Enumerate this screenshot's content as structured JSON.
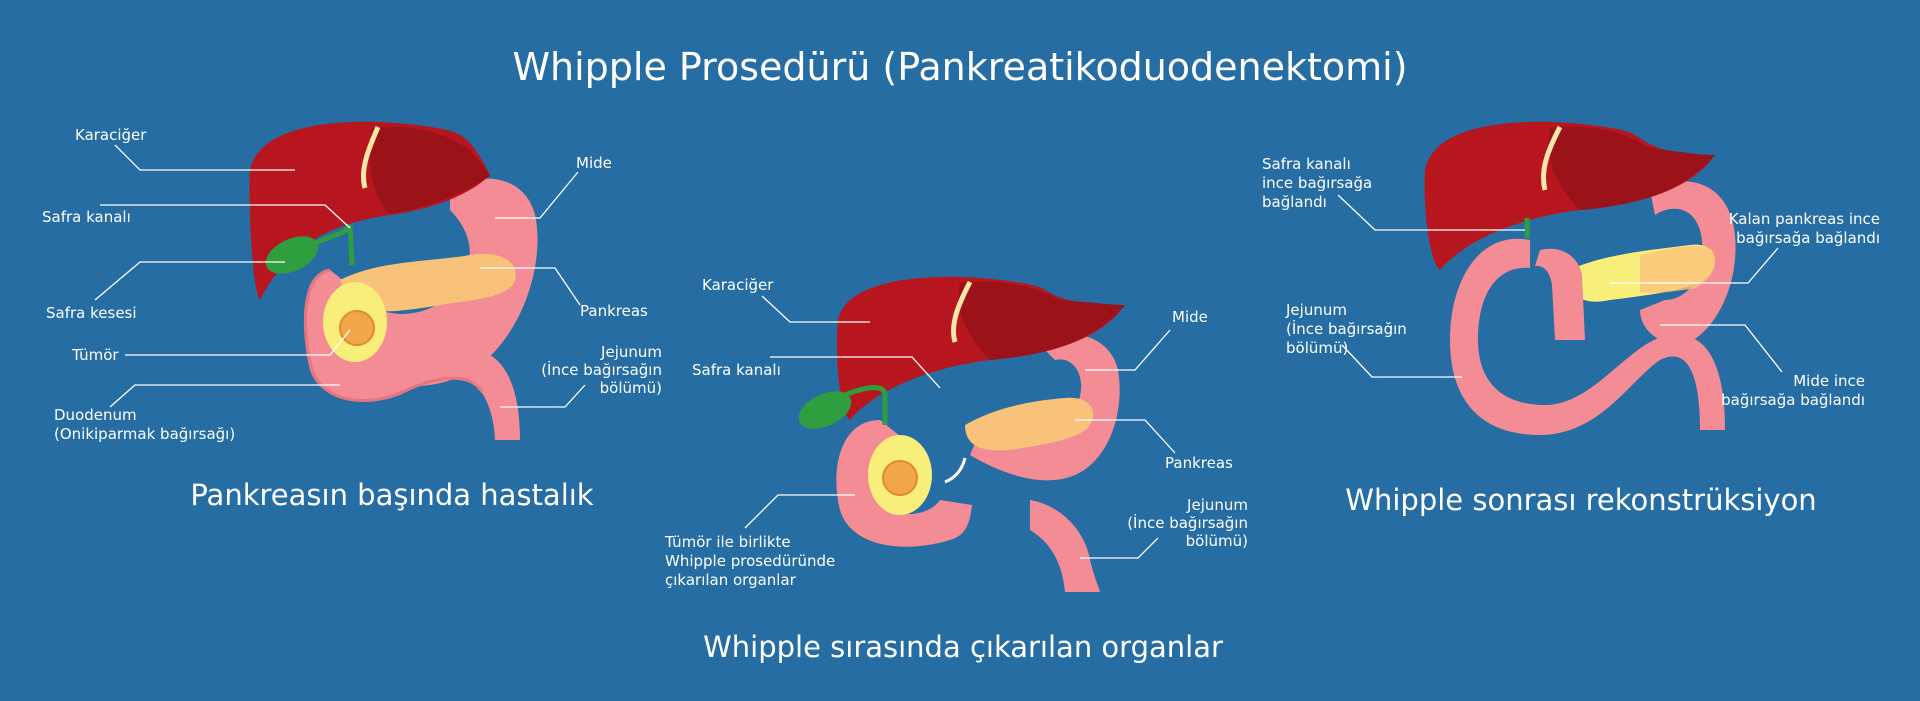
{
  "title": "Whipple Prosedürü (Pankreatikoduodenektomi)",
  "colors": {
    "background": "#256da3",
    "liver": "#b8161f",
    "stomach": "#f48c96",
    "pancreas": "#f9c27a",
    "gallbladder": "#2e9e3f",
    "tumor_area": "#f8ee7a",
    "tumor": "#f2a64a"
  },
  "panel1": {
    "caption": "Pankreasın başında hastalık",
    "labels": {
      "karaciger": "Karaciğer",
      "safra_kanali": "Safra kanalı",
      "safra_kesesi": "Safra kesesi",
      "tumor": "Tümör",
      "duodenum_1": "Duodenum",
      "duodenum_2": "(Onikiparmak bağırsağı)",
      "mide": "Mide",
      "pankreas": "Pankreas",
      "jejunum_1": "Jejunum",
      "jejunum_2": "(İnce bağırsağın",
      "jejunum_3": "bölümü)"
    }
  },
  "panel2": {
    "caption": "Whipple sırasında çıkarılan organlar",
    "labels": {
      "karaciger": "Karaciğer",
      "safra_kanali": "Safra kanalı",
      "tumor_1": "Tümör ile birlikte",
      "tumor_2": "Whipple prosedüründe",
      "tumor_3": "çıkarılan organlar",
      "mide": "Mide",
      "pankreas": "Pankreas",
      "jejunum_1": "Jejunum",
      "jejunum_2": "(İnce bağırsağın",
      "jejunum_3": "bölümü)"
    }
  },
  "panel3": {
    "caption": "Whipple sonrası rekonstrüksiyon",
    "labels": {
      "safra_1": "Safra kanalı",
      "safra_2": "ince bağırsağa",
      "safra_3": "bağlandı",
      "jejunum_1": "Jejunum",
      "jejunum_2": "(İnce bağırsağın",
      "jejunum_3": "bölümü)",
      "kalan_1": "Kalan pankreas ince",
      "kalan_2": "bağırsağa bağlandı",
      "mide_1": "Mide ince",
      "mide_2": "bağırsağa bağlandı"
    }
  }
}
